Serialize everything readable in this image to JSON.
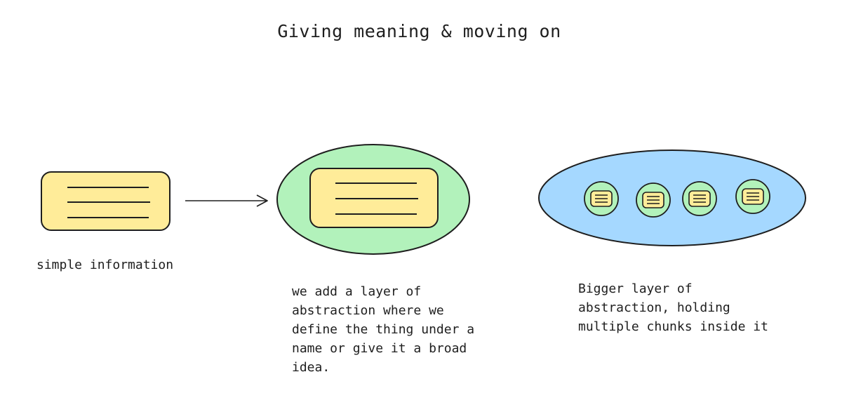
{
  "title": "Giving meaning & moving on",
  "captions": {
    "simple": "simple information",
    "layer": "we add a layer of\nabstraction where we\ndefine the thing under a\nname or give it a broad\nidea.",
    "bigger": "Bigger layer of\nabstraction, holding\nmultiple chunks inside it"
  },
  "colors": {
    "chunk_fill": "#ffec99",
    "layer_fill": "#b2f2bb",
    "bigger_fill": "#a5d8ff",
    "stroke": "#1e1e1e"
  }
}
